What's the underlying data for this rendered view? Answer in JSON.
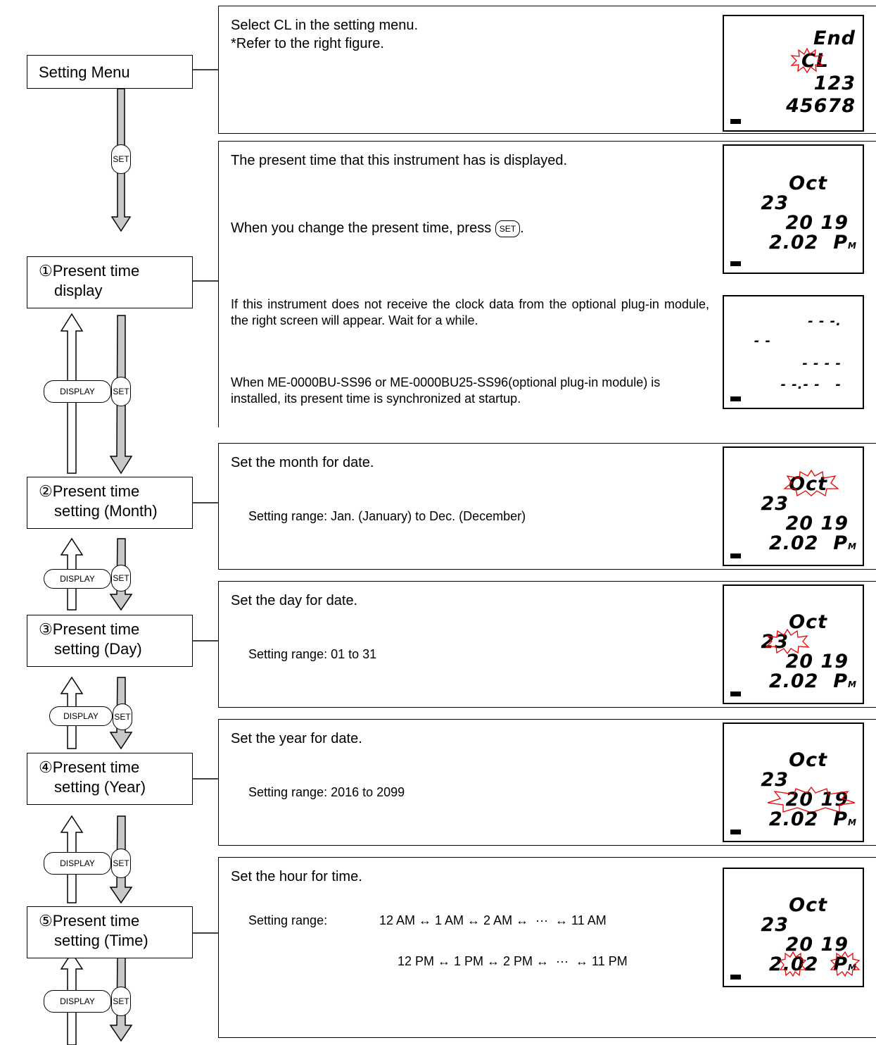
{
  "steps": {
    "menu": "Setting Menu",
    "s1_a": "①Present time",
    "s1_b": "display",
    "s2_a": "②Present time",
    "s2_b": "setting (Month)",
    "s3_a": "③Present time",
    "s3_b": "setting (Day)",
    "s4_a": "④Present time",
    "s4_b": "setting (Year)",
    "s5_a": "⑤Present time",
    "s5_b": "setting (Time)"
  },
  "buttons": {
    "set": "SET",
    "display": "DISPLAY"
  },
  "panels": {
    "p0_line1": "Select CL in the setting menu.",
    "p0_line2": "*Refer to the right figure.",
    "p1_line1": "The present time that this instrument has is displayed.",
    "p1_line2a": "When you change the present time, press",
    "p1_line2b": ".",
    "p1_note1": "If this instrument does not receive the clock data from the optional plug-in module, the right screen will appear. Wait for a while.",
    "p1_note2": "When ME-0000BU-SS96 or ME-0000BU25-SS96(optional plug-in module) is installed, its present time is synchronized at startup.",
    "p2_line1": "Set the month for date.",
    "p2_range": "Setting range: Jan. (January) to Dec. (December)",
    "p3_line1": "Set the day for date.",
    "p3_range": "Setting range: 01 to 31",
    "p4_line1": "Set the year for date.",
    "p4_range": "Setting range: 2016 to 2099",
    "p5_line1": "Set the hour for time.",
    "p5_range_label": "Setting range:",
    "p5_am": "12 AM ↔ 1 AM ↔ 2 AM ↔  ···  ↔ 11 AM",
    "p5_pm": "12 PM ↔ 1 PM ↔ 2 PM ↔  ···  ↔ 11 PM"
  },
  "lcd": {
    "menu": [
      "End",
      "CL",
      "123",
      "45678"
    ],
    "clock": [
      "Oct",
      "23",
      "20 19",
      "2.02  P"
    ],
    "clock_pm_suffix": "M",
    "nodata": [
      "- - -.",
      "- -",
      "- - - -",
      "- -.- -   -"
    ]
  }
}
